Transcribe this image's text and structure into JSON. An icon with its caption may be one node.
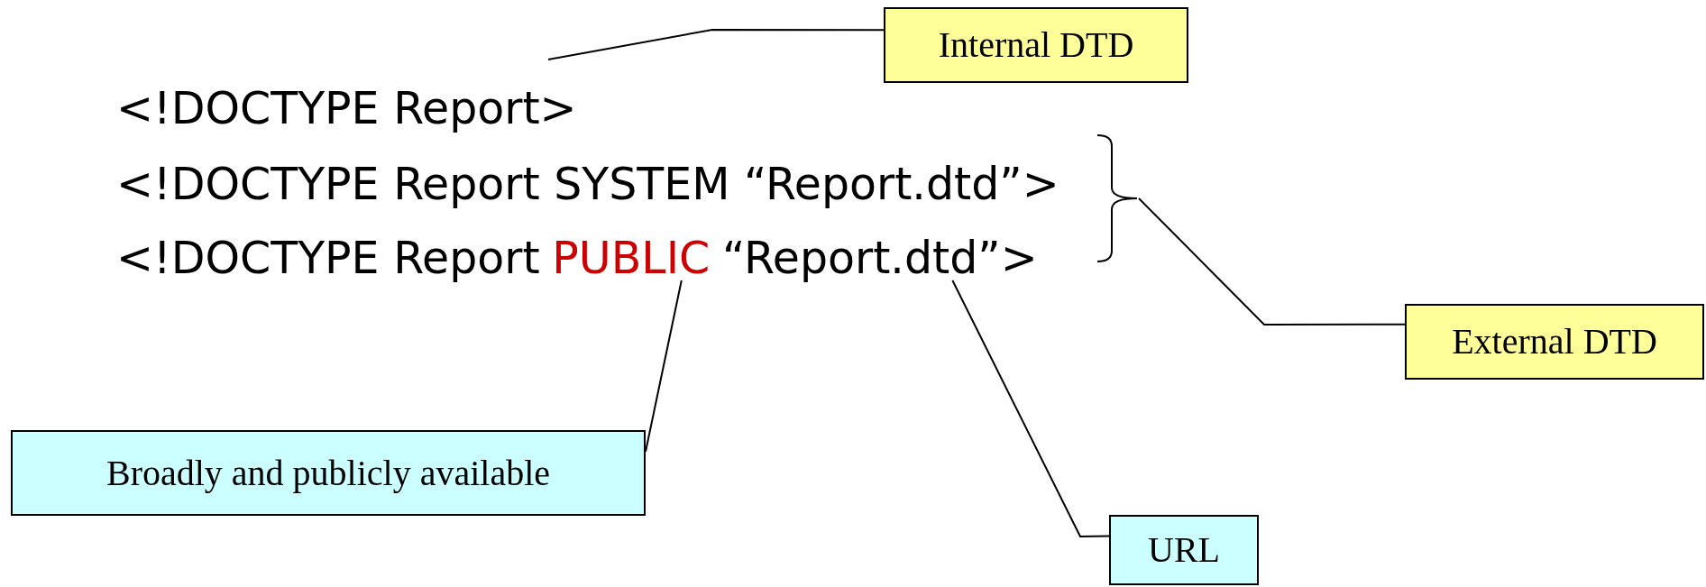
{
  "diagram": {
    "nodes": [
      {
        "text": [
          "Internal DTD"
        ]
      },
      {
        "text": [],
        "shape": "brace"
      },
      {
        "text": [
          "External DTD"
        ]
      },
      {
        "text": [
          "PUBLIC"
        ]
      },
      {
        "text": [
          "“Report.dtd”>"
        ]
      },
      {
        "text": [
          "Broadly and publicly available"
        ]
      },
      {
        "text": [
          "URL"
        ]
      }
    ],
    "edges": [
      {
        "from": 0,
        "to": null,
        "arrow": "none"
      },
      {
        "from": 2,
        "to": 1,
        "arrow": "none"
      },
      {
        "from": 5,
        "to": 3,
        "arrow": "none"
      },
      {
        "from": 6,
        "to": 4,
        "arrow": "none"
      }
    ],
    "labels": [
      "<!DOCTYPE Report>",
      "<!DOCTYPE Report SYSTEM “Report.dtd”>",
      "<!DOCTYPE Report"
    ]
  }
}
